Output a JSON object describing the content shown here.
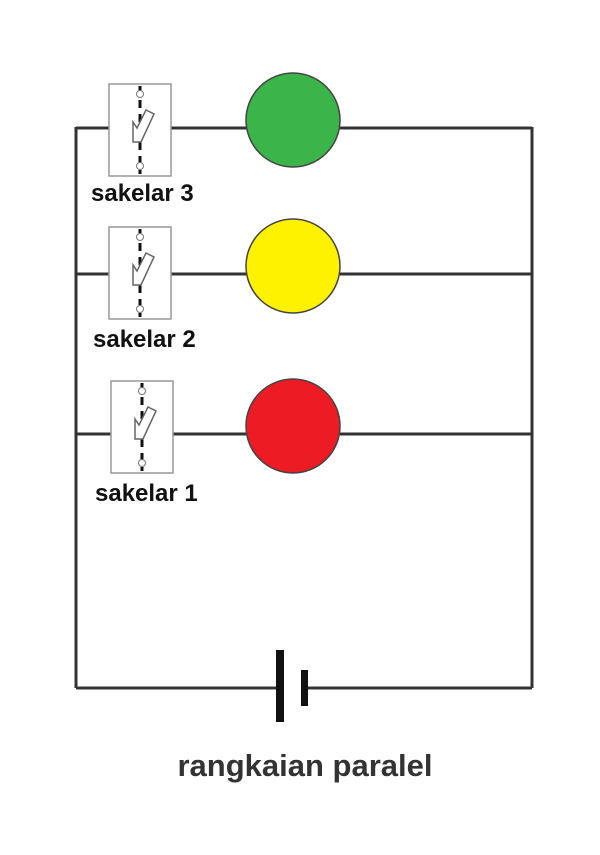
{
  "title": "rangkaian paralel",
  "branches": [
    {
      "switch_label": "sakelar 3",
      "lamp_color": "#3bb54a"
    },
    {
      "switch_label": "sakelar 2",
      "lamp_color": "#fff200"
    },
    {
      "switch_label": "sakelar 1",
      "lamp_color": "#ed1c24"
    }
  ],
  "wire_color": "#333333"
}
